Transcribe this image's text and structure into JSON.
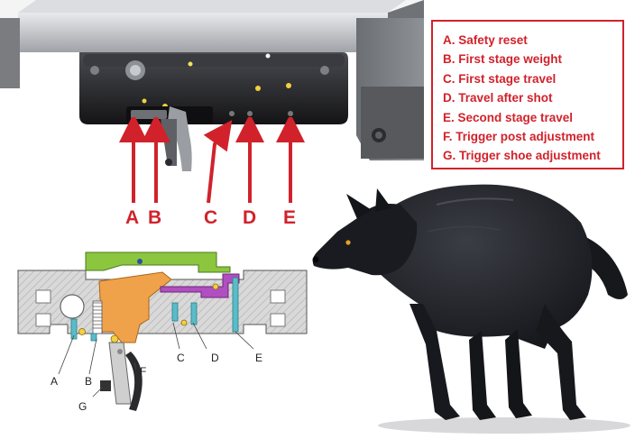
{
  "legend": {
    "items": [
      "A. Safety reset",
      "B. First stage weight",
      "C. First stage travel",
      "D. Travel after shot",
      "E. Second stage travel",
      "F.  Trigger post adjustment",
      "G. Trigger shoe adjustment"
    ]
  },
  "photo_labels": [
    "A",
    "B",
    "C",
    "D",
    "E"
  ],
  "diagram_labels": [
    "A",
    "B",
    "C",
    "D",
    "E",
    "F",
    "G"
  ],
  "colors": {
    "accent_red": "#d1222b",
    "part_orange": "#f0a24a",
    "part_green": "#8cc63f",
    "part_magenta": "#b04fbf",
    "part_teal": "#5bbcc9",
    "wolf": "#1c1d22"
  }
}
